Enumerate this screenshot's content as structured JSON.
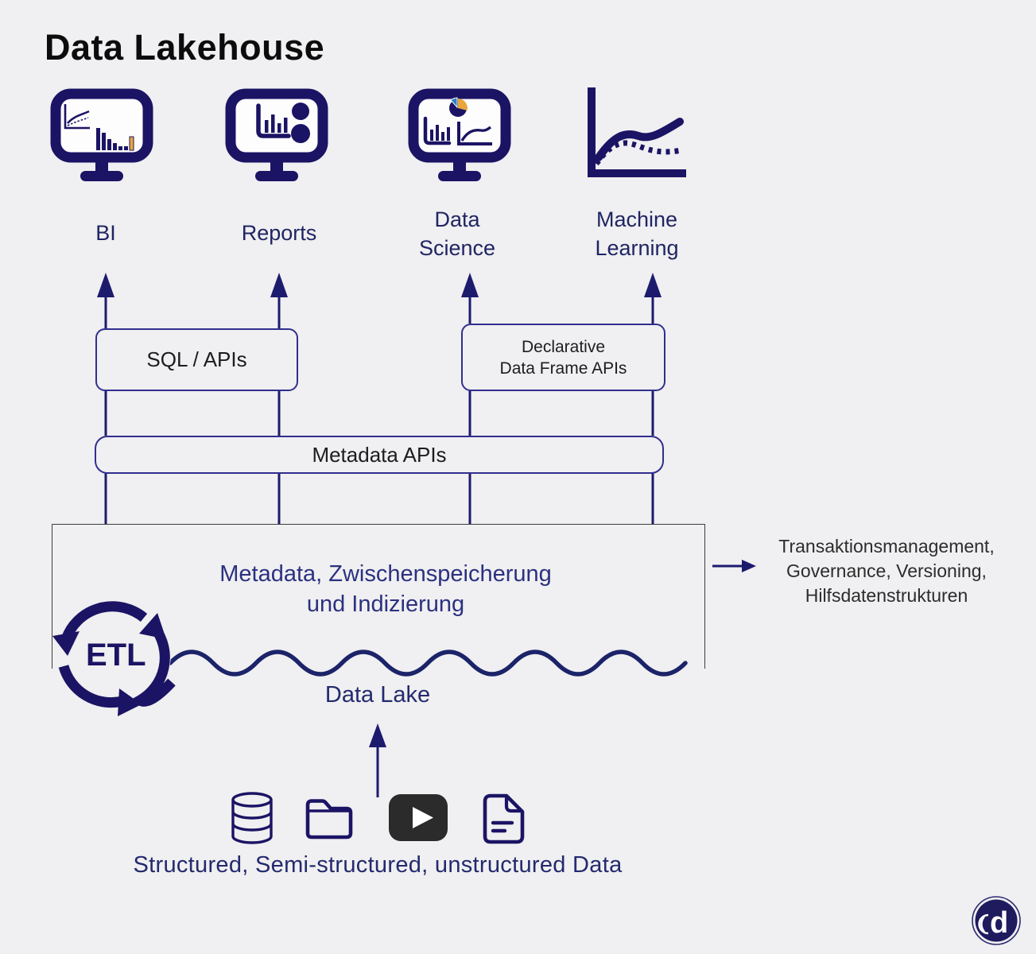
{
  "page": {
    "title": "Data Lakehouse"
  },
  "colors": {
    "background": "#f0eff1",
    "navy": "#1b1464",
    "text_navy": "#232a6e",
    "box_border": "#312f8e",
    "big_box_border": "#3e3e3e",
    "accent_yellow": "#e9a63b",
    "accent_lightblue": "#2f7fc1",
    "video_dark": "#2b2b2b"
  },
  "consumers": [
    {
      "icon": "monitor-line-bar-chart-icon",
      "line1": "BI",
      "line2": ""
    },
    {
      "icon": "monitor-bar-chart-circles-icon",
      "line1": "Reports",
      "line2": ""
    },
    {
      "icon": "monitor-pie-bar-line-chart-icon",
      "line1": "Data",
      "line2": "Science"
    },
    {
      "icon": "ml-curves-chart-icon",
      "line1": "Machine",
      "line2": "Learning"
    }
  ],
  "api_layer": {
    "sql_box": "SQL / APIs",
    "declarative_box_line1": "Declarative",
    "declarative_box_line2": "Data Frame APIs",
    "metadata_box": "Metadata APIs"
  },
  "lakehouse": {
    "big_box_line1": "Metadata, Zwischenspeicherung",
    "big_box_line2": "und Indizierung",
    "etl_label": "ETL",
    "data_lake_label": "Data Lake"
  },
  "side_note": {
    "line1": "Transaktionsmanagement,",
    "line2": "Governance, Versioning,",
    "line3": "Hilfsdatenstrukturen"
  },
  "sources": {
    "caption": "Structured, Semi-structured, unstructured Data",
    "icons": [
      "database-icon",
      "folder-icon",
      "video-play-icon",
      "document-icon"
    ]
  },
  "logo": {
    "letter": "d"
  }
}
